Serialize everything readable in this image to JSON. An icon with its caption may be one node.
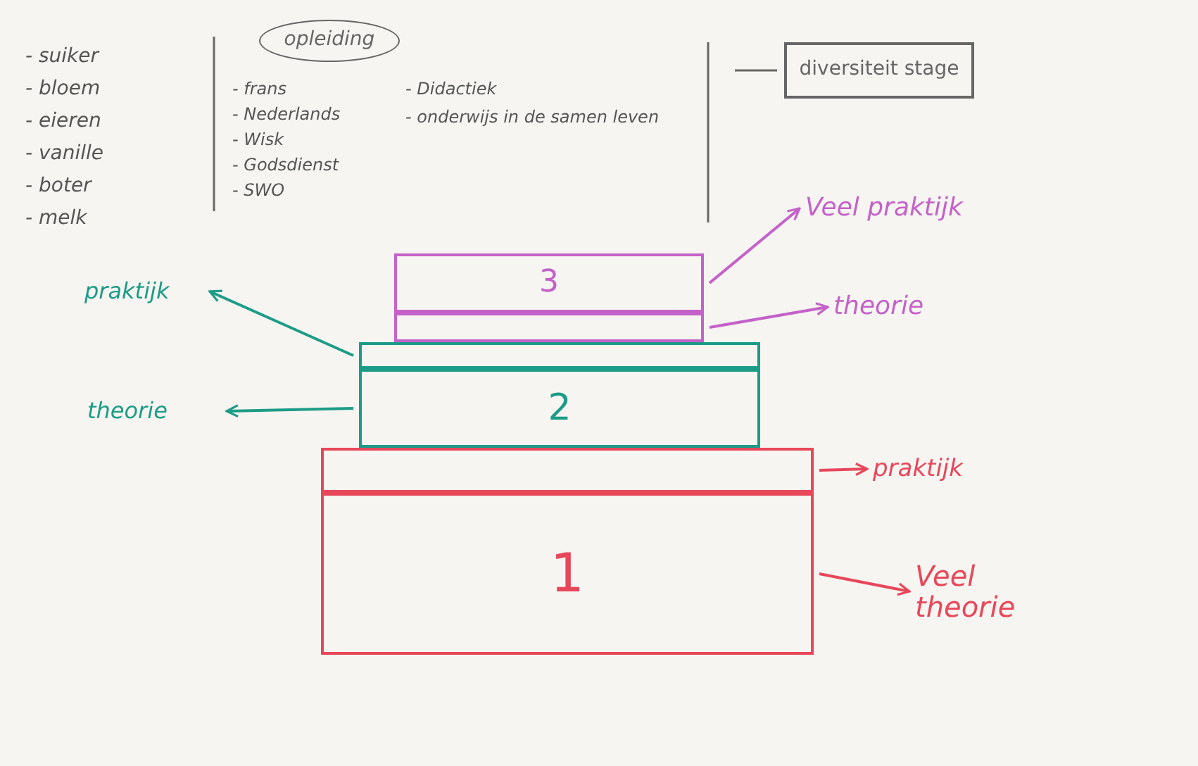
{
  "diagram": {
    "nodes": [
      {
        "text": [
          "opleiding"
        ]
      },
      {
        "text": [
          "diversiteit stage"
        ]
      },
      {
        "text": [
          "Veel praktijk"
        ]
      },
      {
        "text": [
          "3"
        ]
      },
      {
        "text": [
          "praktijk"
        ]
      },
      {
        "text": [
          "theorie"
        ]
      },
      {
        "text": [],
        "shape": "bar"
      },
      {
        "text": [],
        "shape": "bar"
      },
      {
        "text": [
          "theorie"
        ]
      },
      {
        "text": [
          "2"
        ]
      },
      {
        "text": [],
        "shape": "bar"
      },
      {
        "text": [
          "praktijk"
        ]
      },
      {
        "text": [
          "1"
        ]
      },
      {
        "text": [
          "Veel theorie"
        ]
      }
    ],
    "edges": [
      {
        "from": 3,
        "to": 2,
        "arrow": "to",
        "color": "#c462c9"
      },
      {
        "from": 6,
        "to": 5,
        "arrow": "to",
        "color": "#c462c9"
      },
      {
        "from": 7,
        "to": 4,
        "arrow": "to",
        "color": "#1c9c86"
      },
      {
        "from": 9,
        "to": 8,
        "arrow": "to",
        "color": "#1c9c86"
      },
      {
        "from": 10,
        "to": 11,
        "arrow": "to",
        "color": "#e8475a"
      },
      {
        "from": 12,
        "to": 13,
        "arrow": "to",
        "color": "#e8475a"
      }
    ],
    "labels": [
      "- suiker",
      "- bloem",
      "- eieren",
      "- vanille",
      "- boter",
      "- melk",
      "- frans",
      "- Didactiek",
      "- Nederlands",
      "- onderwijs in de samen leven",
      "- Wisk",
      "- Godsdienst",
      "- SWO"
    ]
  }
}
